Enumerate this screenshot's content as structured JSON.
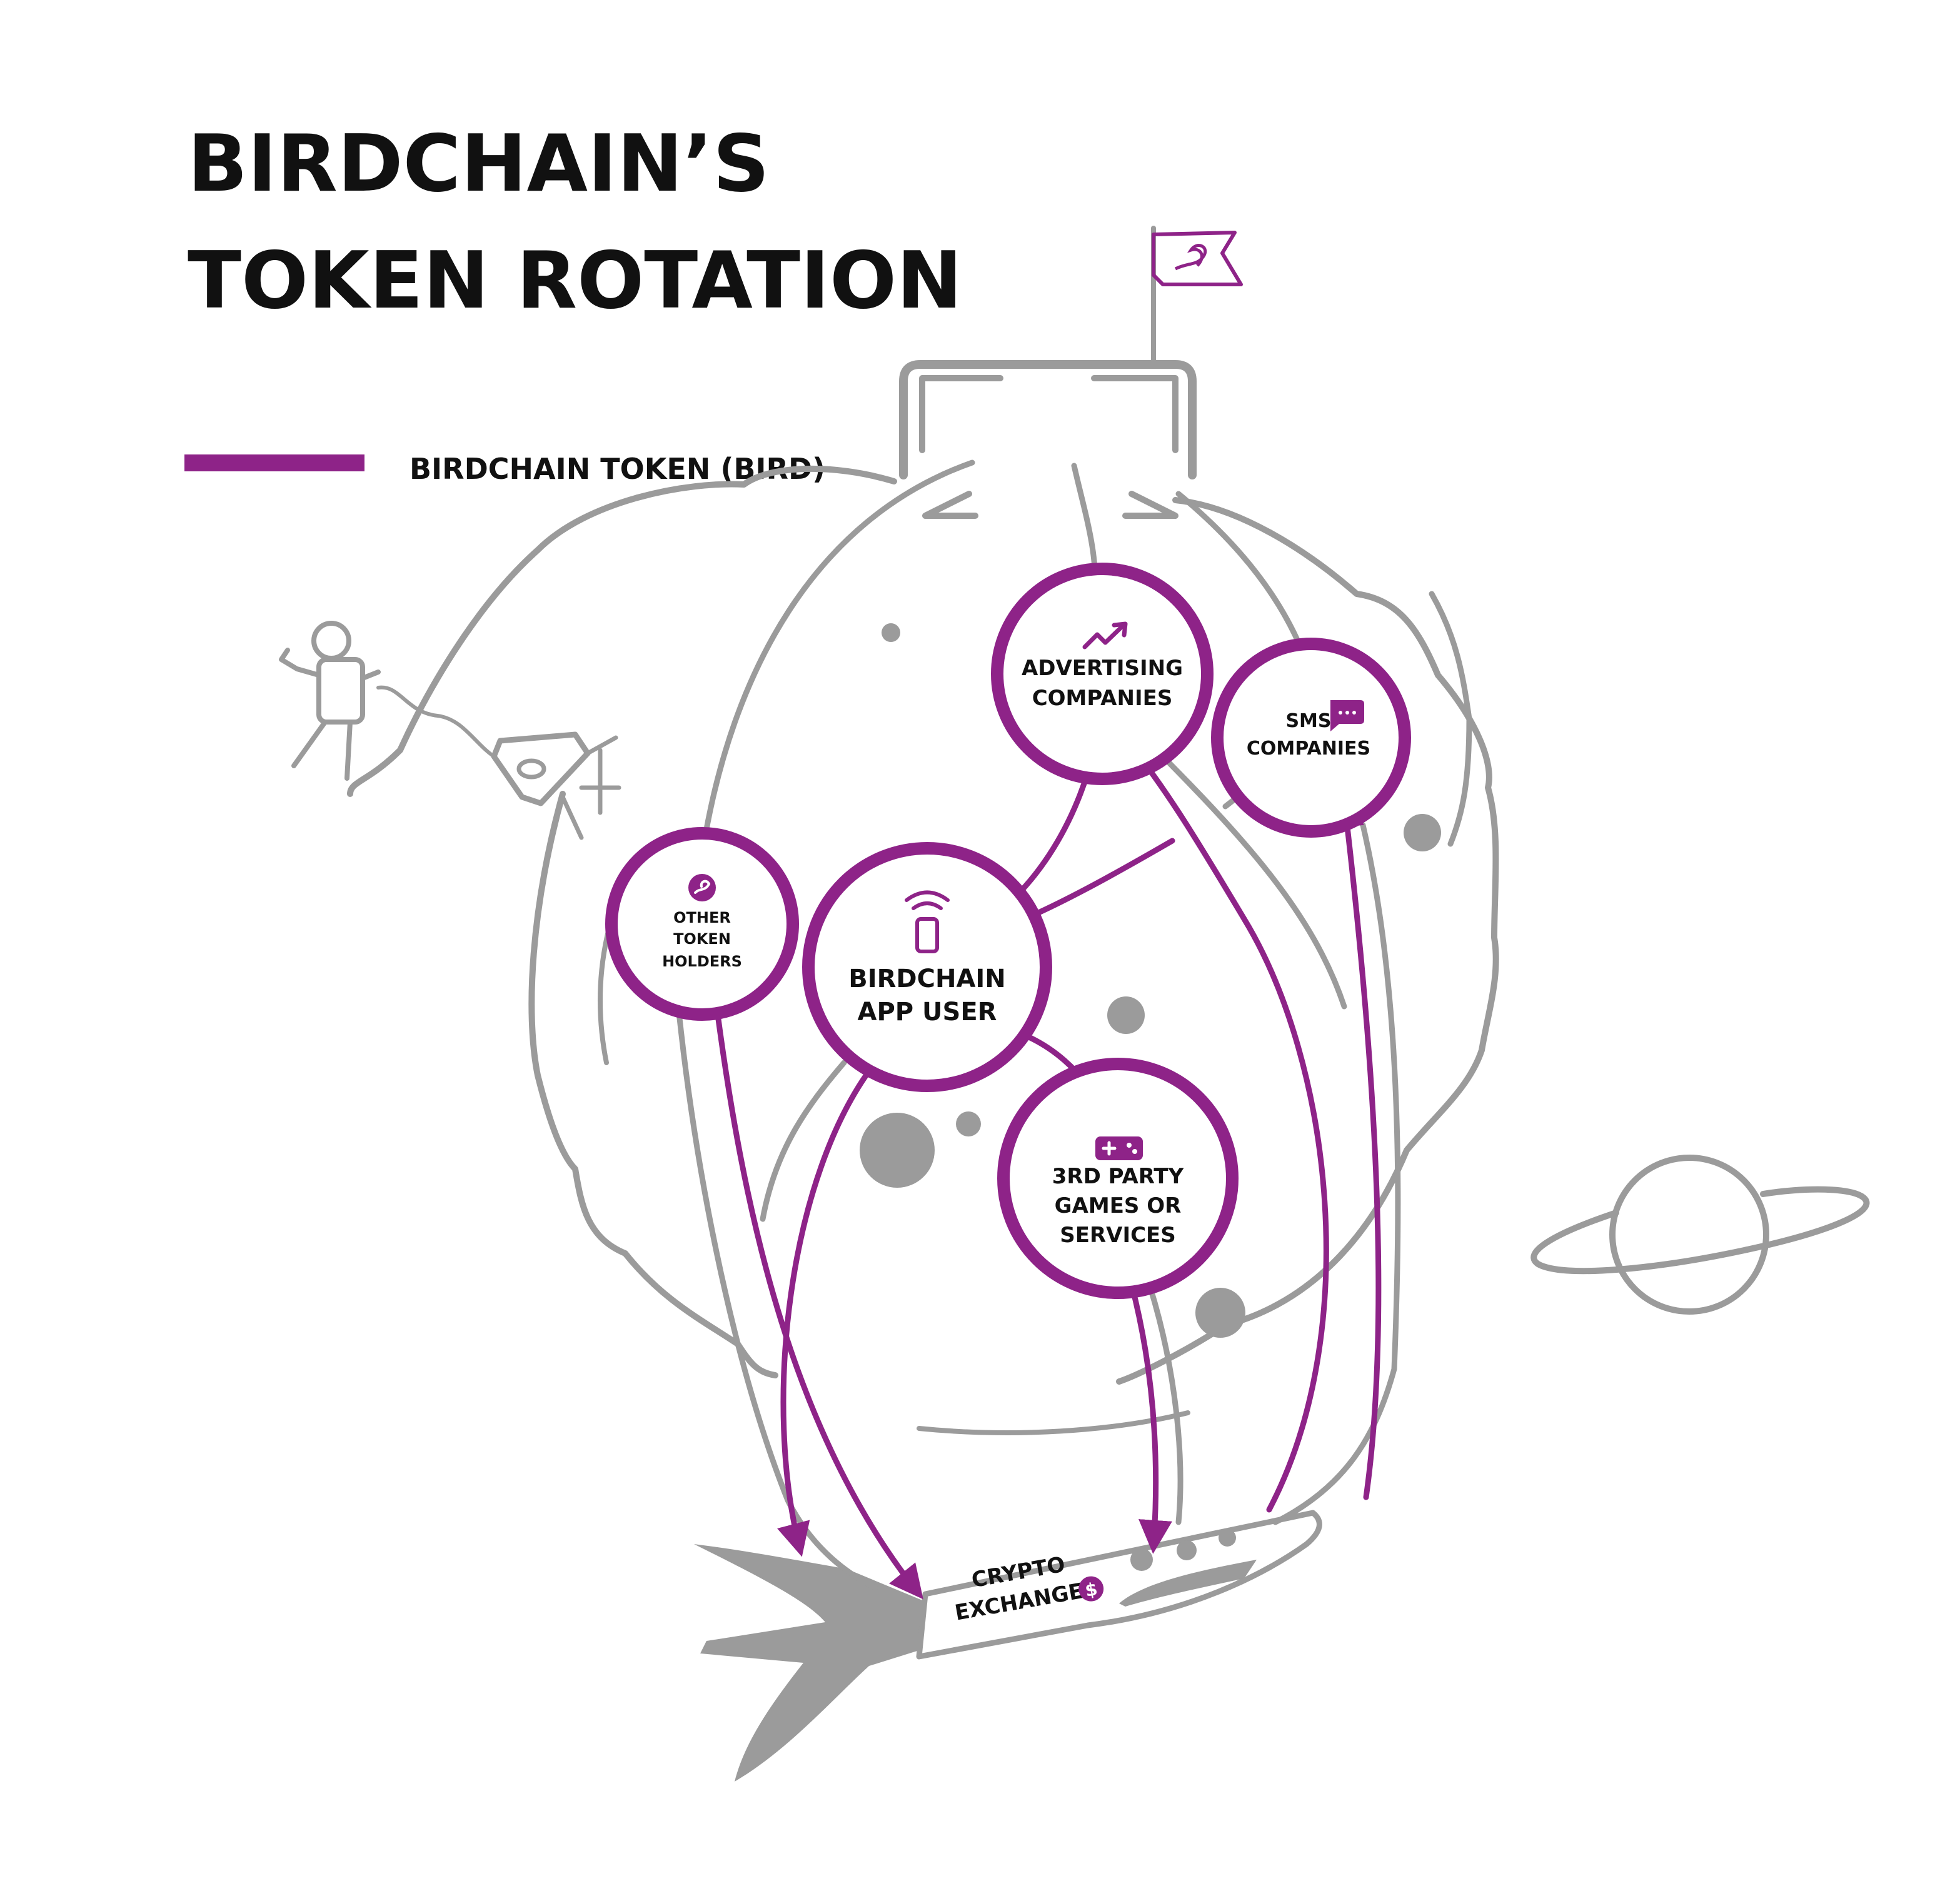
{
  "title": {
    "line1": "BIRDCHAIN’S",
    "line2": "TOKEN ROTATION"
  },
  "legend": {
    "label": "BIRDCHAIN TOKEN (BIRD)",
    "color": "#8e2388"
  },
  "colors": {
    "token": "#8e2388",
    "structure": "#9b9b9b",
    "text": "#111111"
  },
  "nodes": {
    "advertising": {
      "line1": "ADVERTISING",
      "line2": "COMPANIES",
      "icon": "trend-up-icon"
    },
    "sms": {
      "line1": "SMS",
      "line2": "COMPANIES",
      "icon": "chat-bubble-icon"
    },
    "holders": {
      "line1": "OTHER",
      "line2": "TOKEN",
      "line3": "HOLDERS",
      "icon": "bird-coin-icon"
    },
    "app_user": {
      "line1": "BIRDCHAIN",
      "line2": "APP USER",
      "icon": "smartphone-icon"
    },
    "games": {
      "line1": "3RD PARTY",
      "line2": "GAMES OR",
      "line3": "SERVICES",
      "icon": "gamepad-icon"
    },
    "exchanges": {
      "line1": "CRYPTO",
      "line2": "EXCHANGES",
      "icon": "dollar-coin-icon",
      "icon_text": "$"
    }
  }
}
